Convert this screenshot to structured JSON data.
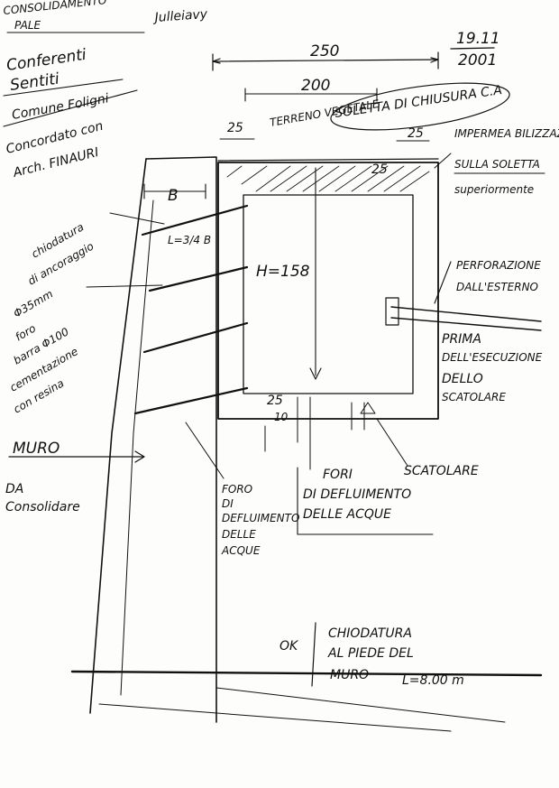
{
  "header": {
    "title_line1": "CONSOLIDAMENTO",
    "title_line2": "PALE",
    "signature": "Julleiavy",
    "date_line1": "19.11",
    "date_line2": "2001"
  },
  "left_notes": {
    "line1": "Conferenti",
    "line2": "Sentiti",
    "line3": "Comune Foligni",
    "line4": "Concordato con",
    "line5": "Arch. FINAURI"
  },
  "dimensions": {
    "overall_width": "250",
    "inner_width": "200",
    "left_offset": "25",
    "right_offset": "25",
    "slab_thickness": "25",
    "height": "H=158",
    "base_thickness": "25",
    "base_step": "10",
    "nail_spacing": "B",
    "nail_length": "L=3/4 B"
  },
  "labels": {
    "terreno": "TERRENO VEGETALE",
    "soletta": "SOLETTA DI CHIUSURA C.A",
    "imperm1": "IMPERMEA BILIZZAZIONE",
    "imperm2": "SULLA SOLETTA",
    "imperm3": "superiormente",
    "perf1": "PERFORAZIONE",
    "perf2": "DALL'ESTERNO",
    "prima1": "PRIMA",
    "prima2": "DELL'ESECUZIONE",
    "prima3": "DELLO",
    "prima4": "SCATOLARE",
    "chiod1": "chiodatura",
    "chiod2": "di ancoraggio",
    "chiod3": "Φ35mm",
    "chiod4": "foro",
    "chiod5": "barra Φ100",
    "chiod6": "cementazione",
    "chiod7": "con resina",
    "muro": "MURO",
    "da1": "DA",
    "da2": "Consolidare",
    "foro1": "FORO",
    "foro2": "DI",
    "foro3": "DEFLUIMENTO",
    "foro4": "DELLE",
    "foro5": "ACQUE",
    "fori1": "FORI",
    "fori2": "DI DEFLUIMENTO",
    "fori3": "DELLE ACQUE",
    "scatolare": "SCATOLARE",
    "ok": "OK",
    "piede1": "CHIODATURA",
    "piede2": "AL PIEDE DEL",
    "piede3": "MURO",
    "piede4": "L=8.00 m"
  }
}
